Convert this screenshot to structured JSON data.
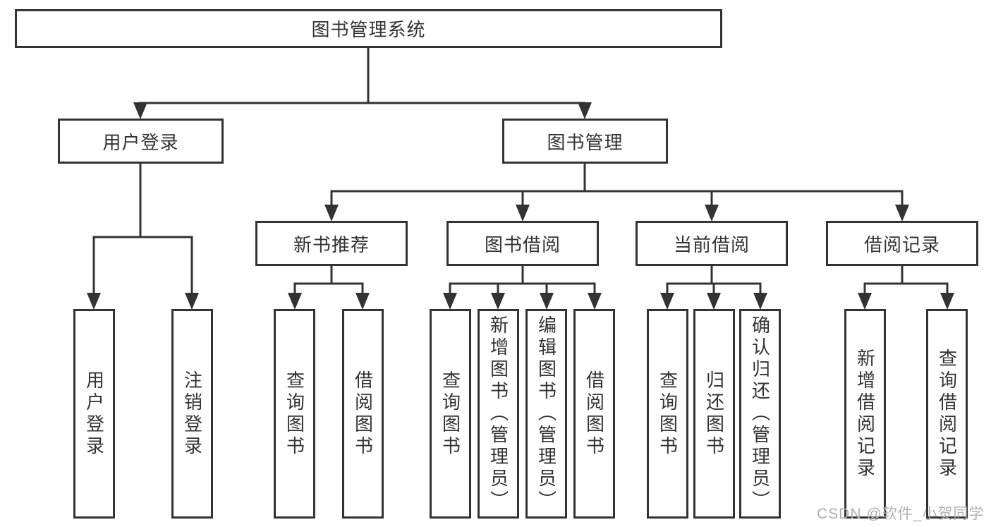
{
  "tree": {
    "label": "图书管理系统",
    "children": [
      {
        "label": "用户登录",
        "children": [
          {
            "label": "用户登录"
          },
          {
            "label": "注销登录"
          }
        ]
      },
      {
        "label": "图书管理",
        "children": [
          {
            "label": "新书推荐",
            "children": [
              {
                "label": "查询图书"
              },
              {
                "label": "借阅图书"
              }
            ]
          },
          {
            "label": "图书借阅",
            "children": [
              {
                "label": "查询图书"
              },
              {
                "label": "新增图书（管理员）"
              },
              {
                "label": "编辑图书（管理员）"
              },
              {
                "label": "借阅图书"
              }
            ]
          },
          {
            "label": "当前借阅",
            "children": [
              {
                "label": "查询图书"
              },
              {
                "label": "归还图书"
              },
              {
                "label": "确认归还（管理员）"
              }
            ]
          },
          {
            "label": "借阅记录",
            "children": [
              {
                "label": "新增借阅记录"
              },
              {
                "label": "查询借阅记录"
              }
            ]
          }
        ]
      }
    ]
  },
  "watermark": {
    "text": "CSDN @软件_小贺同学"
  },
  "colors": {
    "line": "#333333",
    "box_border": "#333333",
    "text": "#333333",
    "background": "#ffffff",
    "watermark": "#b0b0b0"
  }
}
